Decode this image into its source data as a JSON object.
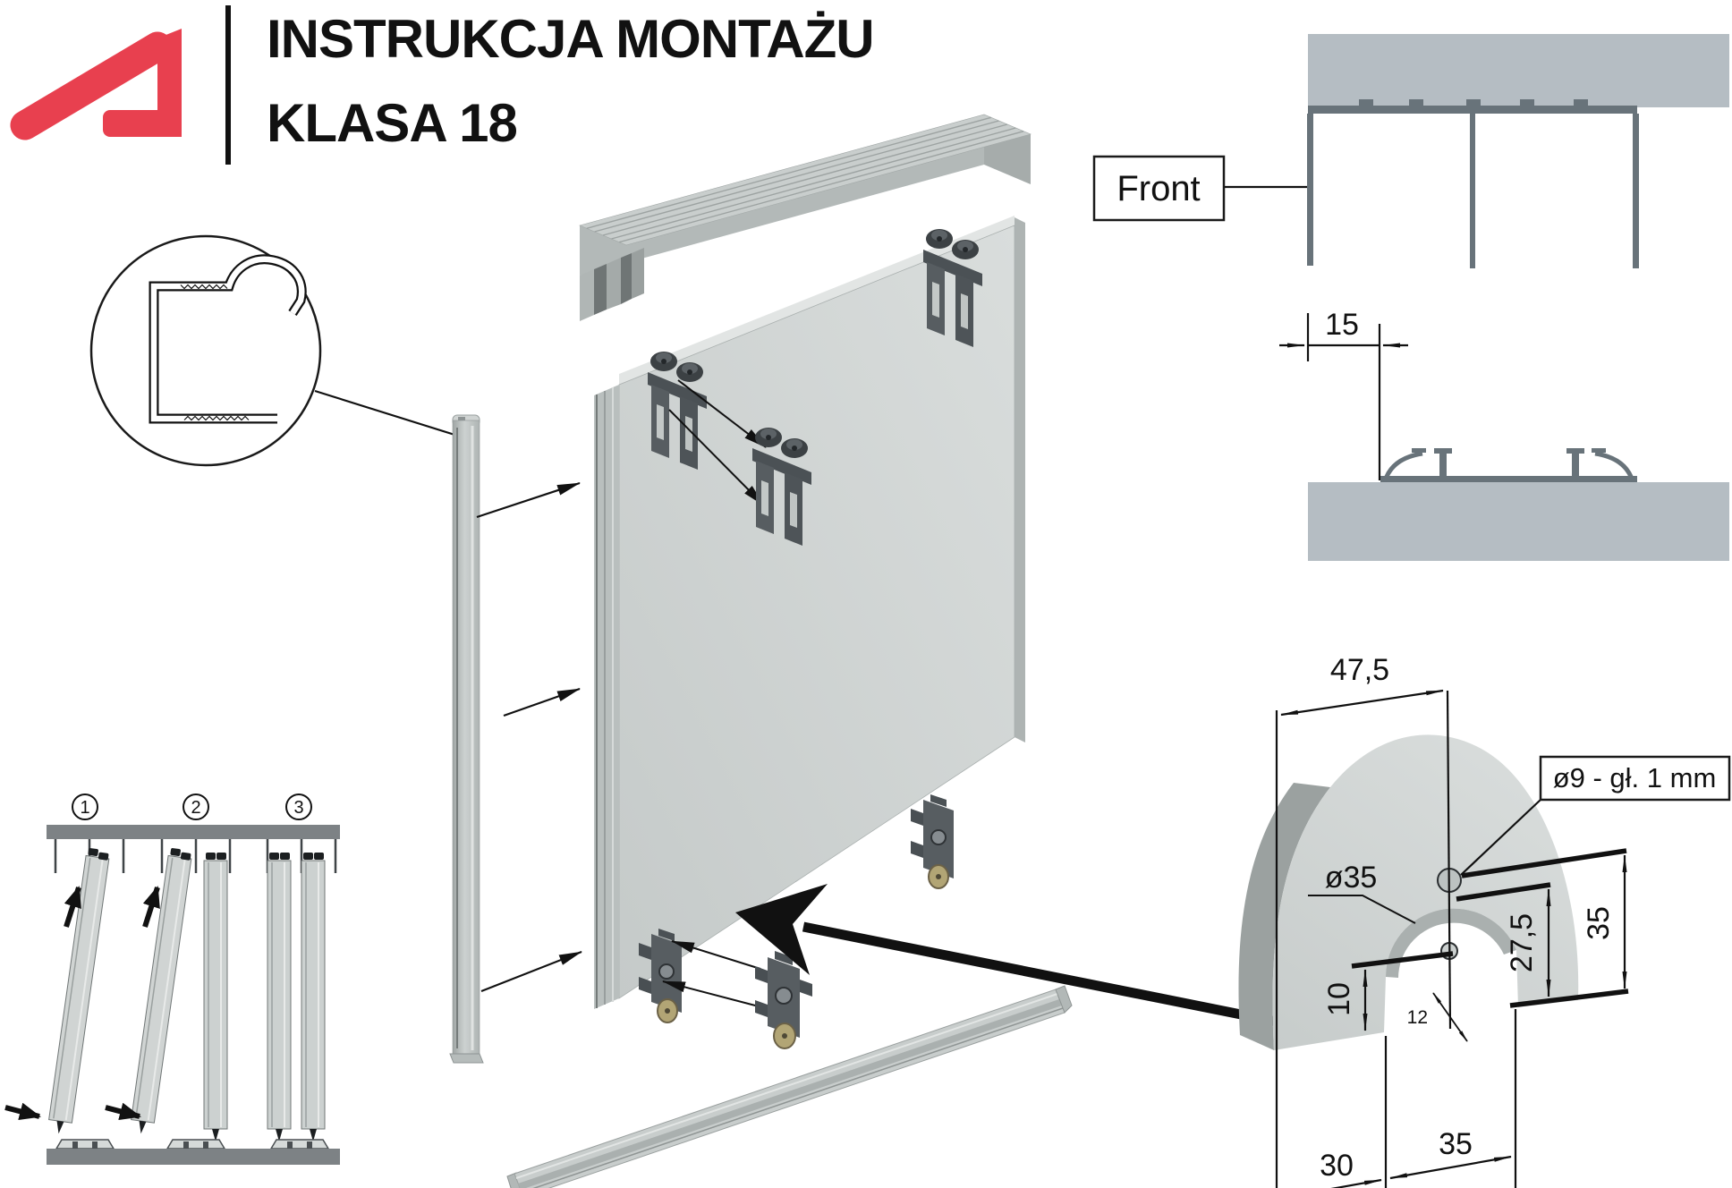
{
  "header": {
    "title_line1": "INSTRUKCJA MONTAŻU",
    "title_line2": "KLASA 18"
  },
  "front_view": {
    "label": "Front",
    "gap_dim": "15"
  },
  "detail_view": {
    "width_dim": "47,5",
    "hole_note": "ø9 - gł. 1 mm",
    "hole_dia_label": "ø35",
    "inner_height_dim": "27,5",
    "right_height_dim": "35",
    "offset_dim": "10",
    "edge_dim": "12",
    "bottom_left_dim": "30",
    "bottom_right_dim": "35"
  },
  "sequence": {
    "steps": [
      {
        "num": "1"
      },
      {
        "num": "2"
      },
      {
        "num": "3"
      }
    ]
  },
  "colors": {
    "accent_red": "#e8404f",
    "line_black": "#111111",
    "panel_gray": "#ccd1d0",
    "section_slate": "#68737a",
    "slab_gray": "#b5bdc3",
    "hardware_dark": "#575d61",
    "wheel_bronze": "#b2a575"
  }
}
